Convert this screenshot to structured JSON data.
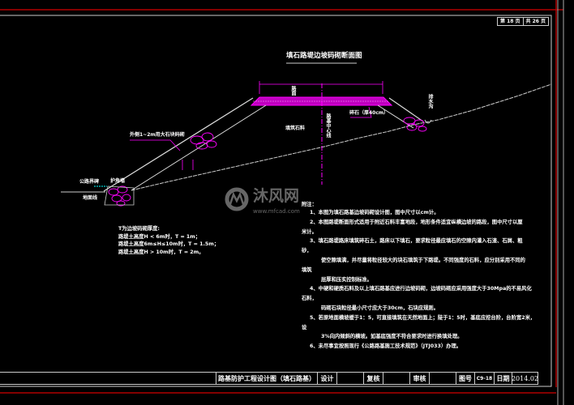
{
  "drawing": {
    "title": "填石路堤边坡码砌断面图",
    "page_current": "第 18 页",
    "page_total": "共 26 页",
    "labels": {
      "pavement": "路面",
      "gravel": "碎石（厚40cm）",
      "fill": "填筑石料",
      "centerline": "路基中心线",
      "ditch": "排水沟",
      "masonry": "外侧1~2m用大石块码砌",
      "boundary": "公路界碑",
      "retaining": "护角墙",
      "ground": "地面线"
    },
    "thickness_notes": [
      "T为边坡码砌厚度:",
      "路堤土高度H < 6m时，T = 1m；",
      "路堤土高度6m≤H≤10m时，T = 1.5m；",
      "路堤土高度H > 10m时，T = 2m。"
    ],
    "notes_title": "附注：",
    "notes": [
      "1、本图为填石路基边坡码砌设计图，图中尺寸以cm计。",
      "2、本图路堤断面形式适用于附近石料丰富地段，地形条件适宜纵横边坡的路段，图中尺寸以厘",
      "米计。",
      "3、填石路堤路床填筑碎石土，路床以下填石，要求粒径最应填石的空隙内灌入石渣、石屑、粗",
      "砂，",
      "使空隙填满，并尽量将粒径较大的块石填筑于下路堤。不同强度的石料，应分别采用不同的",
      "填筑",
      "层厚和压实控制标准。",
      "4、中硬和硬质石料及以上填石路基应进行边坡码砌，边坡码砌应采用强度大于30Mpa的不易风化",
      "石料，",
      "码砌石块粒径最小尺寸应大于30cm，石块应规则。",
      "5、若原地面横坡缓于1：5，可直接填筑在天然地面上；陡于1：5时，基底应挖台阶，台阶宽2米，",
      "设",
      "3%向内倾斜的横坡。如基底强度不符合要求时进行换填处理。",
      "6、未尽事宜按照现行《公路路基施工技术规范》（JTJ033）办理。"
    ]
  },
  "title_block": {
    "drawing_name": "路基防护工程设计图（填石路基）",
    "design": "设计",
    "check": "复核",
    "review": "审核",
    "drawing_no_label": "图号",
    "drawing_no": "C9-18",
    "date_label": "日期",
    "date": "2014.02"
  },
  "watermark": {
    "logo_text": "沐风网",
    "url": "www.mfcad.com"
  },
  "colors": {
    "background": "#000000",
    "frame_red": "#b00000",
    "magenta": "#ff00ff",
    "lines": "#d8d8d8"
  }
}
